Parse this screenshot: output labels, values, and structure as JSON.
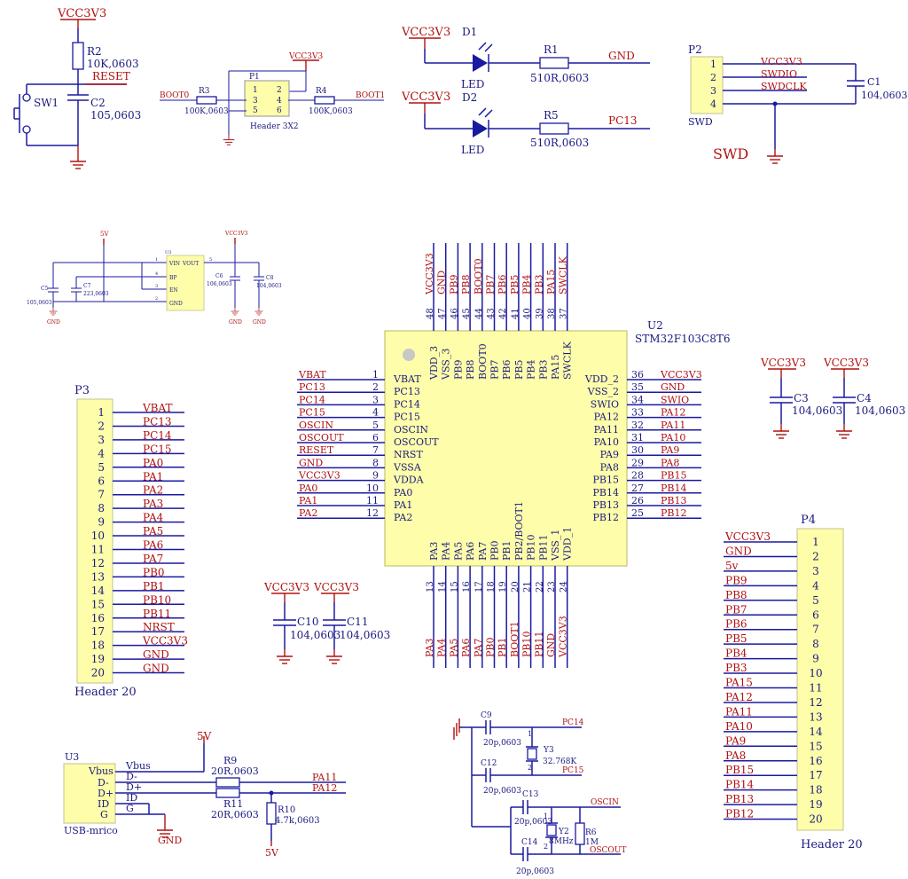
{
  "mcu": {
    "designator": "U2",
    "part": "STM32F103C8T6",
    "left_pins": [
      {
        "num": "1",
        "name": "VBAT",
        "net": "VBAT"
      },
      {
        "num": "2",
        "name": "PC13",
        "net": "PC13"
      },
      {
        "num": "3",
        "name": "PC14",
        "net": "PC14"
      },
      {
        "num": "4",
        "name": "PC15",
        "net": "PC15"
      },
      {
        "num": "5",
        "name": "OSCIN",
        "net": "OSCIN"
      },
      {
        "num": "6",
        "name": "OSCOUT",
        "net": "OSCOUT"
      },
      {
        "num": "7",
        "name": "NRST",
        "net": "RESET"
      },
      {
        "num": "8",
        "name": "VSSA",
        "net": "GND"
      },
      {
        "num": "9",
        "name": "VDDA",
        "net": "VCC3V3"
      },
      {
        "num": "10",
        "name": "PA0",
        "net": "PA0"
      },
      {
        "num": "11",
        "name": "PA1",
        "net": "PA1"
      },
      {
        "num": "12",
        "name": "PA2",
        "net": "PA2"
      }
    ],
    "right_pins": [
      {
        "num": "36",
        "name": "VDD_2",
        "net": "VCC3V3"
      },
      {
        "num": "35",
        "name": "VSS_2",
        "net": "GND"
      },
      {
        "num": "34",
        "name": "SWIO",
        "net": "SWIO"
      },
      {
        "num": "33",
        "name": "PA12",
        "net": "PA12"
      },
      {
        "num": "32",
        "name": "PA11",
        "net": "PA11"
      },
      {
        "num": "31",
        "name": "PA10",
        "net": "PA10"
      },
      {
        "num": "30",
        "name": "PA9",
        "net": "PA9"
      },
      {
        "num": "29",
        "name": "PA8",
        "net": "PA8"
      },
      {
        "num": "28",
        "name": "PB15",
        "net": "PB15"
      },
      {
        "num": "27",
        "name": "PB14",
        "net": "PB14"
      },
      {
        "num": "26",
        "name": "PB13",
        "net": "PB13"
      },
      {
        "num": "25",
        "name": "PB12",
        "net": "PB12"
      }
    ],
    "top_pins": [
      {
        "num": "48",
        "name": "VDD_3",
        "net": "VCC3V3"
      },
      {
        "num": "47",
        "name": "VSS_3",
        "net": "GND"
      },
      {
        "num": "46",
        "name": "PB9",
        "net": "PB9"
      },
      {
        "num": "45",
        "name": "PB8",
        "net": "PB8"
      },
      {
        "num": "44",
        "name": "BOOT0",
        "net": "BOOT0"
      },
      {
        "num": "43",
        "name": "PB7",
        "net": "PB7"
      },
      {
        "num": "42",
        "name": "PB6",
        "net": "PB6"
      },
      {
        "num": "41",
        "name": "PB5",
        "net": "PB5"
      },
      {
        "num": "40",
        "name": "PB4",
        "net": "PB4"
      },
      {
        "num": "39",
        "name": "PB3",
        "net": "PB3"
      },
      {
        "num": "38",
        "name": "PA15",
        "net": "PA15"
      },
      {
        "num": "37",
        "name": "SWCLK",
        "net": "SWCLK"
      }
    ],
    "bottom_pins": [
      {
        "num": "13",
        "name": "PA3",
        "net": "PA3"
      },
      {
        "num": "14",
        "name": "PA4",
        "net": "PA4"
      },
      {
        "num": "15",
        "name": "PA5",
        "net": "PA5"
      },
      {
        "num": "16",
        "name": "PA6",
        "net": "PA6"
      },
      {
        "num": "17",
        "name": "PA7",
        "net": "PA7"
      },
      {
        "num": "18",
        "name": "PB0",
        "net": "PB0"
      },
      {
        "num": "19",
        "name": "PB1",
        "net": "PB1"
      },
      {
        "num": "20",
        "name": "PB2/BOOT1",
        "net": "BOOT1"
      },
      {
        "num": "21",
        "name": "PB10",
        "net": "PB10"
      },
      {
        "num": "22",
        "name": "PB11",
        "net": "PB11"
      },
      {
        "num": "23",
        "name": "VSS_1",
        "net": "GND"
      },
      {
        "num": "24",
        "name": "VDD_1",
        "net": "VCC3V3"
      }
    ]
  },
  "p3": {
    "designator": "P3",
    "footer": "Header 20",
    "pins": [
      {
        "num": "1",
        "net": "VBAT"
      },
      {
        "num": "2",
        "net": "PC13"
      },
      {
        "num": "3",
        "net": "PC14"
      },
      {
        "num": "4",
        "net": "PC15"
      },
      {
        "num": "5",
        "net": "PA0"
      },
      {
        "num": "6",
        "net": "PA1"
      },
      {
        "num": "7",
        "net": "PA2"
      },
      {
        "num": "8",
        "net": "PA3"
      },
      {
        "num": "9",
        "net": "PA4"
      },
      {
        "num": "10",
        "net": "PA5"
      },
      {
        "num": "11",
        "net": "PA6"
      },
      {
        "num": "12",
        "net": "PA7"
      },
      {
        "num": "13",
        "net": "PB0"
      },
      {
        "num": "14",
        "net": "PB1"
      },
      {
        "num": "15",
        "net": "PB10"
      },
      {
        "num": "16",
        "net": "PB11"
      },
      {
        "num": "17",
        "net": "NRST"
      },
      {
        "num": "18",
        "net": "VCC3V3"
      },
      {
        "num": "19",
        "net": "GND"
      },
      {
        "num": "20",
        "net": "GND"
      }
    ]
  },
  "p4": {
    "designator": "P4",
    "footer": "Header 20",
    "pins": [
      {
        "num": "1",
        "net": "VCC3V3"
      },
      {
        "num": "2",
        "net": "GND"
      },
      {
        "num": "3",
        "net": "5v"
      },
      {
        "num": "4",
        "net": "PB9"
      },
      {
        "num": "5",
        "net": "PB8"
      },
      {
        "num": "6",
        "net": "PB7"
      },
      {
        "num": "7",
        "net": "PB6"
      },
      {
        "num": "8",
        "net": "PB5"
      },
      {
        "num": "9",
        "net": "PB4"
      },
      {
        "num": "10",
        "net": "PB3"
      },
      {
        "num": "11",
        "net": "PA15"
      },
      {
        "num": "12",
        "net": "PA12"
      },
      {
        "num": "13",
        "net": "PA11"
      },
      {
        "num": "14",
        "net": "PA10"
      },
      {
        "num": "15",
        "net": "PA9"
      },
      {
        "num": "16",
        "net": "PA8"
      },
      {
        "num": "17",
        "net": "PB15"
      },
      {
        "num": "18",
        "net": "PB14"
      },
      {
        "num": "19",
        "net": "PB13"
      },
      {
        "num": "20",
        "net": "PB12"
      }
    ]
  },
  "reset": {
    "power": "VCC3V3",
    "r2": "R2",
    "r2_val": "10K,0603",
    "net": "RESET",
    "sw": "SW1",
    "c2": "C2",
    "c2_val": "105,0603"
  },
  "boot": {
    "p1": "P1",
    "p1_part": "Header 3X2",
    "power": "VCC3V3",
    "r3": "R3",
    "r3_val": "100K,0603",
    "r4": "R4",
    "r4_val": "100K,0603",
    "net_left": "BOOT0",
    "net_right": "BOOT1",
    "pins": [
      "1",
      "2",
      "3",
      "4",
      "5",
      "6"
    ]
  },
  "leds": {
    "d1": "D1",
    "d1_power": "VCC3V3",
    "d1_part": "LED",
    "r1": "R1",
    "r1_val": "510R,0603",
    "d1_net": "GND",
    "d2": "D2",
    "d2_power": "VCC3V3",
    "d2_part": "LED",
    "r5": "R5",
    "r5_val": "510R,0603",
    "d2_net": "PC13"
  },
  "swd": {
    "p2": "P2",
    "footer": "SWD",
    "title": "SWD",
    "pins": [
      "1",
      "2",
      "3",
      "4"
    ],
    "nets": [
      "VCC3V3",
      "SWDIO",
      "SWDCLK"
    ],
    "c1": "C1",
    "c1_val": "104,0603"
  },
  "regulator": {
    "power_in": "5V",
    "power_out": "VCC3V3",
    "u": "U3",
    "pins_left": [
      {
        "num": "1",
        "name": "VIN"
      },
      {
        "num": "4",
        "name": "BP"
      },
      {
        "num": "3",
        "name": "EN"
      },
      {
        "num": "2",
        "name": "GND"
      }
    ],
    "pin_out": {
      "num": "5",
      "name": "VOUT"
    },
    "c5": "C5",
    "c5_val": "105,0603",
    "c7": "C7",
    "c7_val": "223,0603",
    "c6": "C6",
    "c6_val": "106,0603",
    "c8": "C8",
    "c8_val": "104,0603",
    "gnd": "GND"
  },
  "decoupling": [
    {
      "power": "VCC3V3",
      "ref": "C3",
      "val": "104,0603"
    },
    {
      "power": "VCC3V3",
      "ref": "C4",
      "val": "104,0603"
    },
    {
      "power": "VCC3V3",
      "ref": "C10",
      "val": "104,0603"
    },
    {
      "power": "VCC3V3",
      "ref": "C11",
      "val": "104,0603"
    }
  ],
  "usb": {
    "u": "U3",
    "part": "USB-mrico",
    "power": "5V",
    "pins": [
      "Vbus",
      "D-",
      "D+",
      "ID",
      "G"
    ],
    "wires": [
      "Vbus",
      "D-",
      "D+",
      "ID",
      "G"
    ],
    "r9": "R9",
    "r9_val": "20R,0603",
    "r11": "R11",
    "r11_val": "20R,0603",
    "r10": "R10",
    "r10_val": "4.7k,0603",
    "net_a": "PA11",
    "net_b": "PA12",
    "bottom_power": "5V",
    "gnd": "GND"
  },
  "crystals": {
    "c9": "C9",
    "c9_val": "20p,0603",
    "c12": "C12",
    "c12_val": "20p,0603",
    "y3": "Y3",
    "y3_val": "32.768K",
    "net_pc14": "PC14",
    "net_pc15": "PC15",
    "c13": "C13",
    "c13_val": "20p,0603",
    "c14": "C14",
    "c14_val": "20p,0603",
    "y2": "Y2",
    "y2_val": "8MHz",
    "r6": "R6",
    "r6_val": "1M",
    "net_in": "OSCIN",
    "net_out": "OSCOUT",
    "pin1": "1",
    "pin2": "2"
  }
}
